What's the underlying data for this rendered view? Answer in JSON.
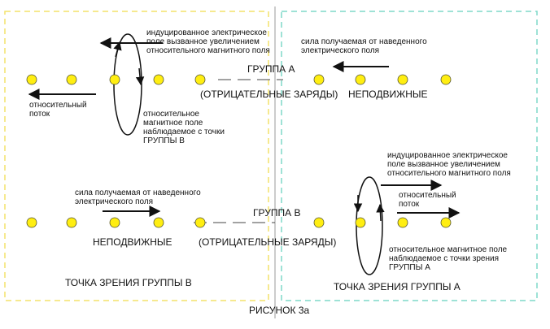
{
  "colors": {
    "left_frame": "#f4e26a",
    "right_frame": "#7fd9c9",
    "particle_fill": "#ffee11",
    "particle_stroke": "#555533",
    "line": "#111111"
  },
  "top": {
    "induced_field": "индуцированное электрическое\nполе вызванное увеличением\nотносительного магнитного поля",
    "force": "сила получаемая от наведенного\nэлектрического поля",
    "group_title": "ГРУППА А",
    "negative_charges": "(ОТРИЦАТЕЛЬНЫЕ ЗАРЯДЫ)",
    "stationary": "НЕПОДВИЖНЫЕ",
    "relative_flow": "относительный\nпоток",
    "magnetic_field": "относительное\nмагнитное поле\nнаблюдаемое с точки\nГРУППЫ В"
  },
  "bottom": {
    "induced_field": "индуцированное электрическое\nполе вызванное увеличением\nотносительного магнитного поля",
    "force": "сила получаемая от наведенного\nэлектрического поля",
    "relative_flow": "относительный\nпоток",
    "group_title": "ГРУППА В",
    "stationary": "НЕПОДВИЖНЫЕ",
    "negative_charges": "(ОТРИЦАТЕЛЬНЫЕ ЗАРЯДЫ)",
    "magnetic_field": "относительное магнитное поле\nнаблюдаемое с точки зрения\nГРУППЫ А"
  },
  "captions": {
    "viewpoint_b": "ТОЧКА ЗРЕНИЯ ГРУППЫ В",
    "viewpoint_a": "ТОЧКА ЗРЕНИЯ ГРУППЫ А",
    "figure": "РИСУНОК 3а"
  }
}
